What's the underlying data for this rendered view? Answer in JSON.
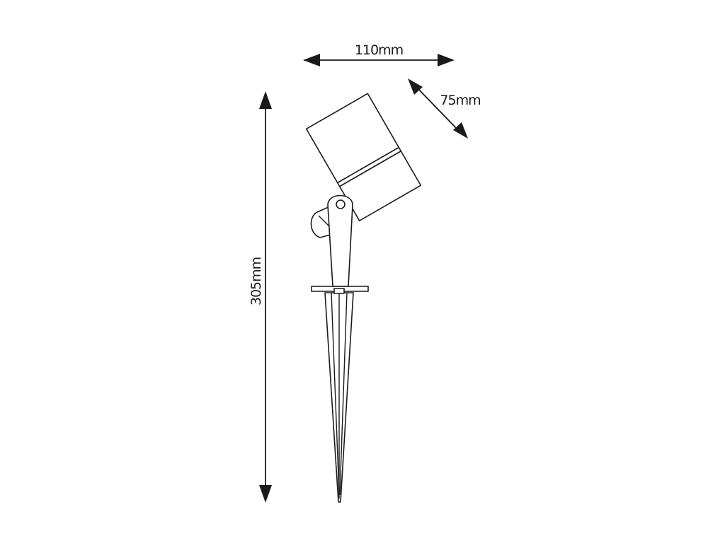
{
  "dimensions": {
    "width_label": "110mm",
    "head_diameter_label": "75mm",
    "height_label": "305mm"
  },
  "colors": {
    "line": "#1a1a1a",
    "background": "#ffffff"
  }
}
